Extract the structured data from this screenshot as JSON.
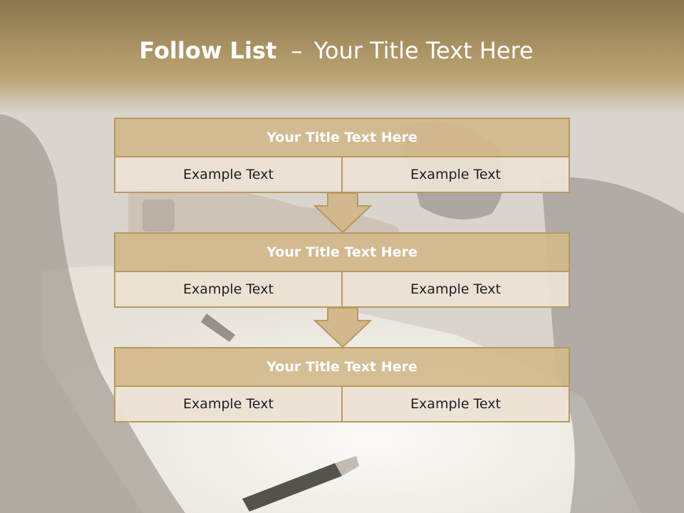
{
  "slide": {
    "title_bold": "Follow List",
    "title_dash": "–",
    "title_rest": "Your Title Text Here"
  },
  "blocks": [
    {
      "title": "Your Title Text Here",
      "cells": [
        "Example Text",
        "Example Text"
      ]
    },
    {
      "title": "Your Title Text Here",
      "cells": [
        "Example Text",
        "Example Text"
      ]
    },
    {
      "title": "Your Title Text Here",
      "cells": [
        "Example Text",
        "Example Text"
      ]
    }
  ],
  "colors": {
    "header_gold": "#a58d5f",
    "box_title_fill": "#d2b88c",
    "box_cell_fill": "#ece2d4",
    "border": "#b8995f"
  }
}
